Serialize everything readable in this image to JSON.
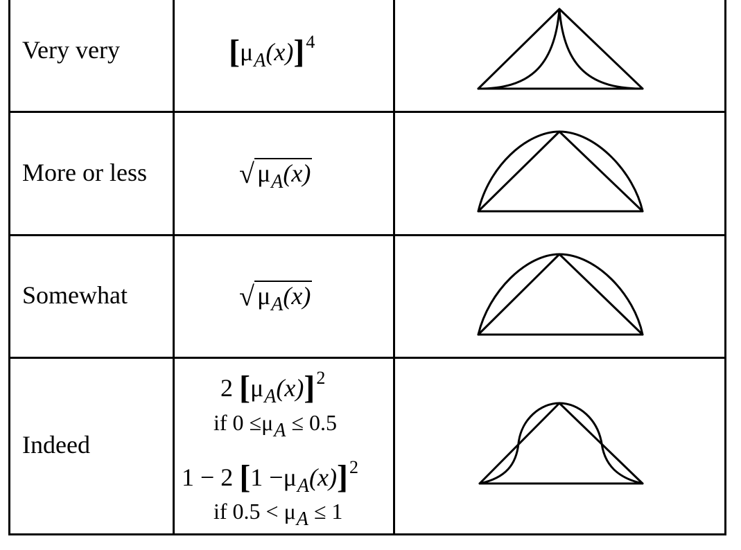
{
  "rows": [
    {
      "hedge": "Very very",
      "formula": {
        "mu": "μ",
        "sub": "A",
        "arg": "(x)",
        "power": "4"
      },
      "shape_icon": "concentrated-triangle-icon"
    },
    {
      "hedge": "More or less",
      "formula": {
        "mu": "μ",
        "sub": "A",
        "arg": "(x)"
      },
      "shape_icon": "dilated-triangle-icon"
    },
    {
      "hedge": "Somewhat",
      "formula": {
        "mu": "μ",
        "sub": "A",
        "arg": "(x)"
      },
      "shape_icon": "dilated-triangle-icon"
    },
    {
      "hedge": "Indeed",
      "formula_1": {
        "coef": "2",
        "mu": "μ",
        "sub": "A",
        "arg": "(x)",
        "power": "2"
      },
      "cond_1": {
        "prefix": "if 0 ≤μ",
        "sub": "A",
        "suffix": "≤ 0.5"
      },
      "formula_2": {
        "prefix": "1 − 2",
        "inner": "1 −μ",
        "sub": "A",
        "arg": "(x)",
        "power": "2"
      },
      "cond_2": {
        "prefix": "if 0.5 <",
        "mu": "μ",
        "sub": "A",
        "suffix": "≤ 1"
      },
      "shape_icon": "intensified-triangle-icon"
    }
  ]
}
